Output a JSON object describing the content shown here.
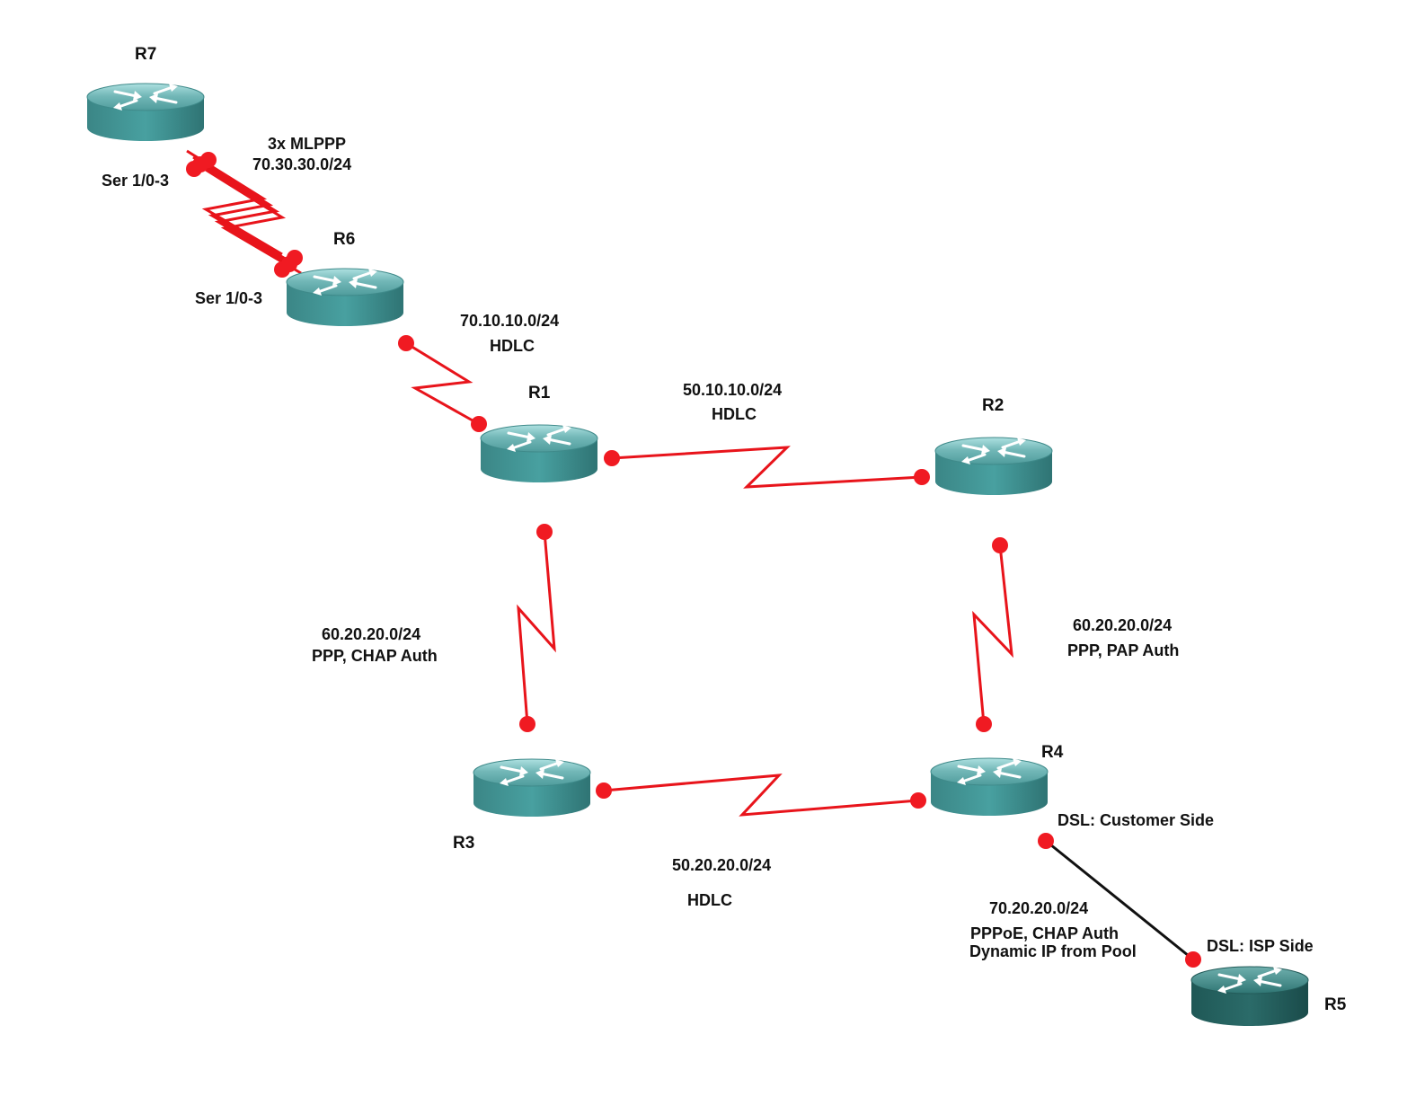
{
  "colors": {
    "serial_link": "#e8141b",
    "ethernet_link": "#111111",
    "router_body": "#3f8f8f",
    "router_body_dark": "#24615f",
    "endpoint": "#f01a22"
  },
  "routers": [
    {
      "id": "R7",
      "label": "R7",
      "icon": "router-icon"
    },
    {
      "id": "R6",
      "label": "R6",
      "icon": "router-icon"
    },
    {
      "id": "R1",
      "label": "R1",
      "icon": "router-icon"
    },
    {
      "id": "R2",
      "label": "R2",
      "icon": "router-icon"
    },
    {
      "id": "R3",
      "label": "R3",
      "icon": "router-icon"
    },
    {
      "id": "R4",
      "label": "R4",
      "icon": "router-icon"
    },
    {
      "id": "R5",
      "label": "R5",
      "icon": "router-icon"
    }
  ],
  "links": [
    {
      "id": "r7-r6",
      "from": "R7",
      "to": "R6",
      "type": "serial",
      "count": 3,
      "network": "70.30.30.0/24",
      "protocol": "3x MLPPP",
      "iface_a": "Ser 1/0-3",
      "iface_b": "Ser 1/0-3"
    },
    {
      "id": "r6-r1",
      "from": "R6",
      "to": "R1",
      "type": "serial",
      "network": "70.10.10.0/24",
      "protocol": "HDLC"
    },
    {
      "id": "r1-r2",
      "from": "R1",
      "to": "R2",
      "type": "serial",
      "network": "50.10.10.0/24",
      "protocol": "HDLC"
    },
    {
      "id": "r1-r3",
      "from": "R1",
      "to": "R3",
      "type": "serial",
      "network": "60.20.20.0/24",
      "protocol": "PPP, CHAP Auth"
    },
    {
      "id": "r2-r4",
      "from": "R2",
      "to": "R4",
      "type": "serial",
      "network": "60.20.20.0/24",
      "protocol": "PPP, PAP Auth"
    },
    {
      "id": "r3-r4",
      "from": "R3",
      "to": "R4",
      "type": "serial",
      "network": "50.20.20.0/24",
      "protocol": "HDLC"
    },
    {
      "id": "r4-r5",
      "from": "R4",
      "to": "R5",
      "type": "ethernet",
      "network": "70.20.20.0/24",
      "protocol": "PPPoE, CHAP Auth",
      "note": "Dynamic IP from Pool",
      "side_a": "DSL: Customer Side",
      "side_b": "DSL: ISP Side"
    }
  ]
}
